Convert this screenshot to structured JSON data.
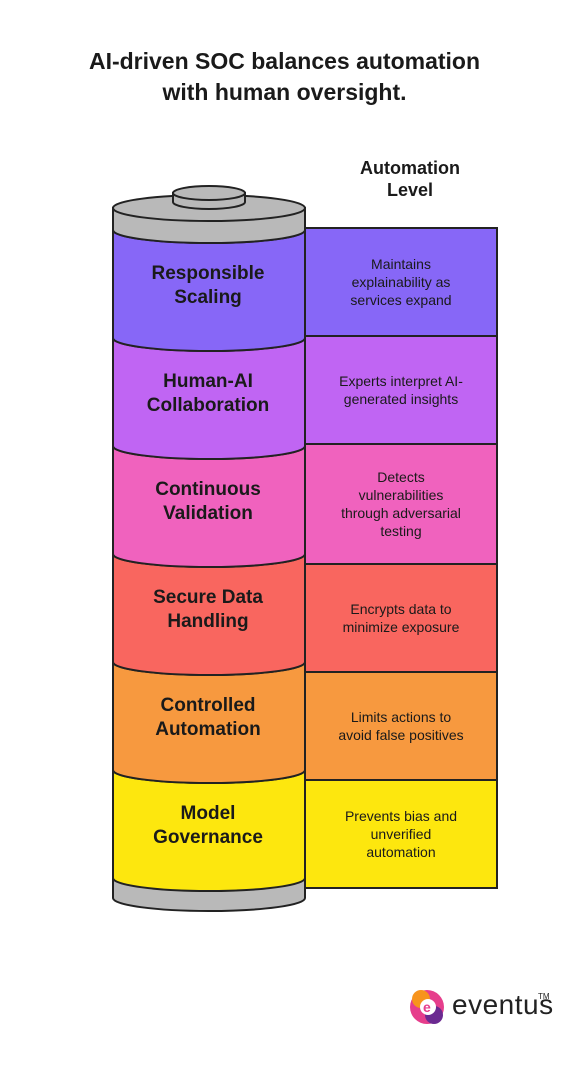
{
  "title": {
    "line1": "AI-driven SOC balances automation",
    "line2": "with human oversight."
  },
  "axis_label": {
    "line1": "Automation",
    "line2": "Level"
  },
  "layers": [
    {
      "label": [
        "Responsible",
        "Scaling"
      ],
      "description": [
        "Maintains",
        "explainability as",
        "services expand"
      ],
      "color": "#8767F7"
    },
    {
      "label": [
        "Human-AI",
        "Collaboration"
      ],
      "description": [
        "Experts interpret AI-",
        "generated insights"
      ],
      "color": "#C065F3"
    },
    {
      "label": [
        "Continuous",
        "Validation"
      ],
      "description": [
        "Detects",
        "vulnerabilities",
        "through adversarial",
        "testing"
      ],
      "color": "#F062BE"
    },
    {
      "label": [
        "Secure Data",
        "Handling"
      ],
      "description": [
        "Encrypts data to",
        "minimize exposure"
      ],
      "color": "#F9665F"
    },
    {
      "label": [
        "Controlled",
        "Automation"
      ],
      "description": [
        "Limits actions to",
        "avoid false positives"
      ],
      "color": "#F7993F"
    },
    {
      "label": [
        "Model",
        "Governance"
      ],
      "description": [
        "Prevents bias and",
        "unverified",
        "automation"
      ],
      "color": "#FDE70E"
    }
  ],
  "colors": {
    "cap": "#B9B9B9",
    "outline": "#222222"
  },
  "logo": {
    "text": "eventus",
    "tm": "TM"
  }
}
